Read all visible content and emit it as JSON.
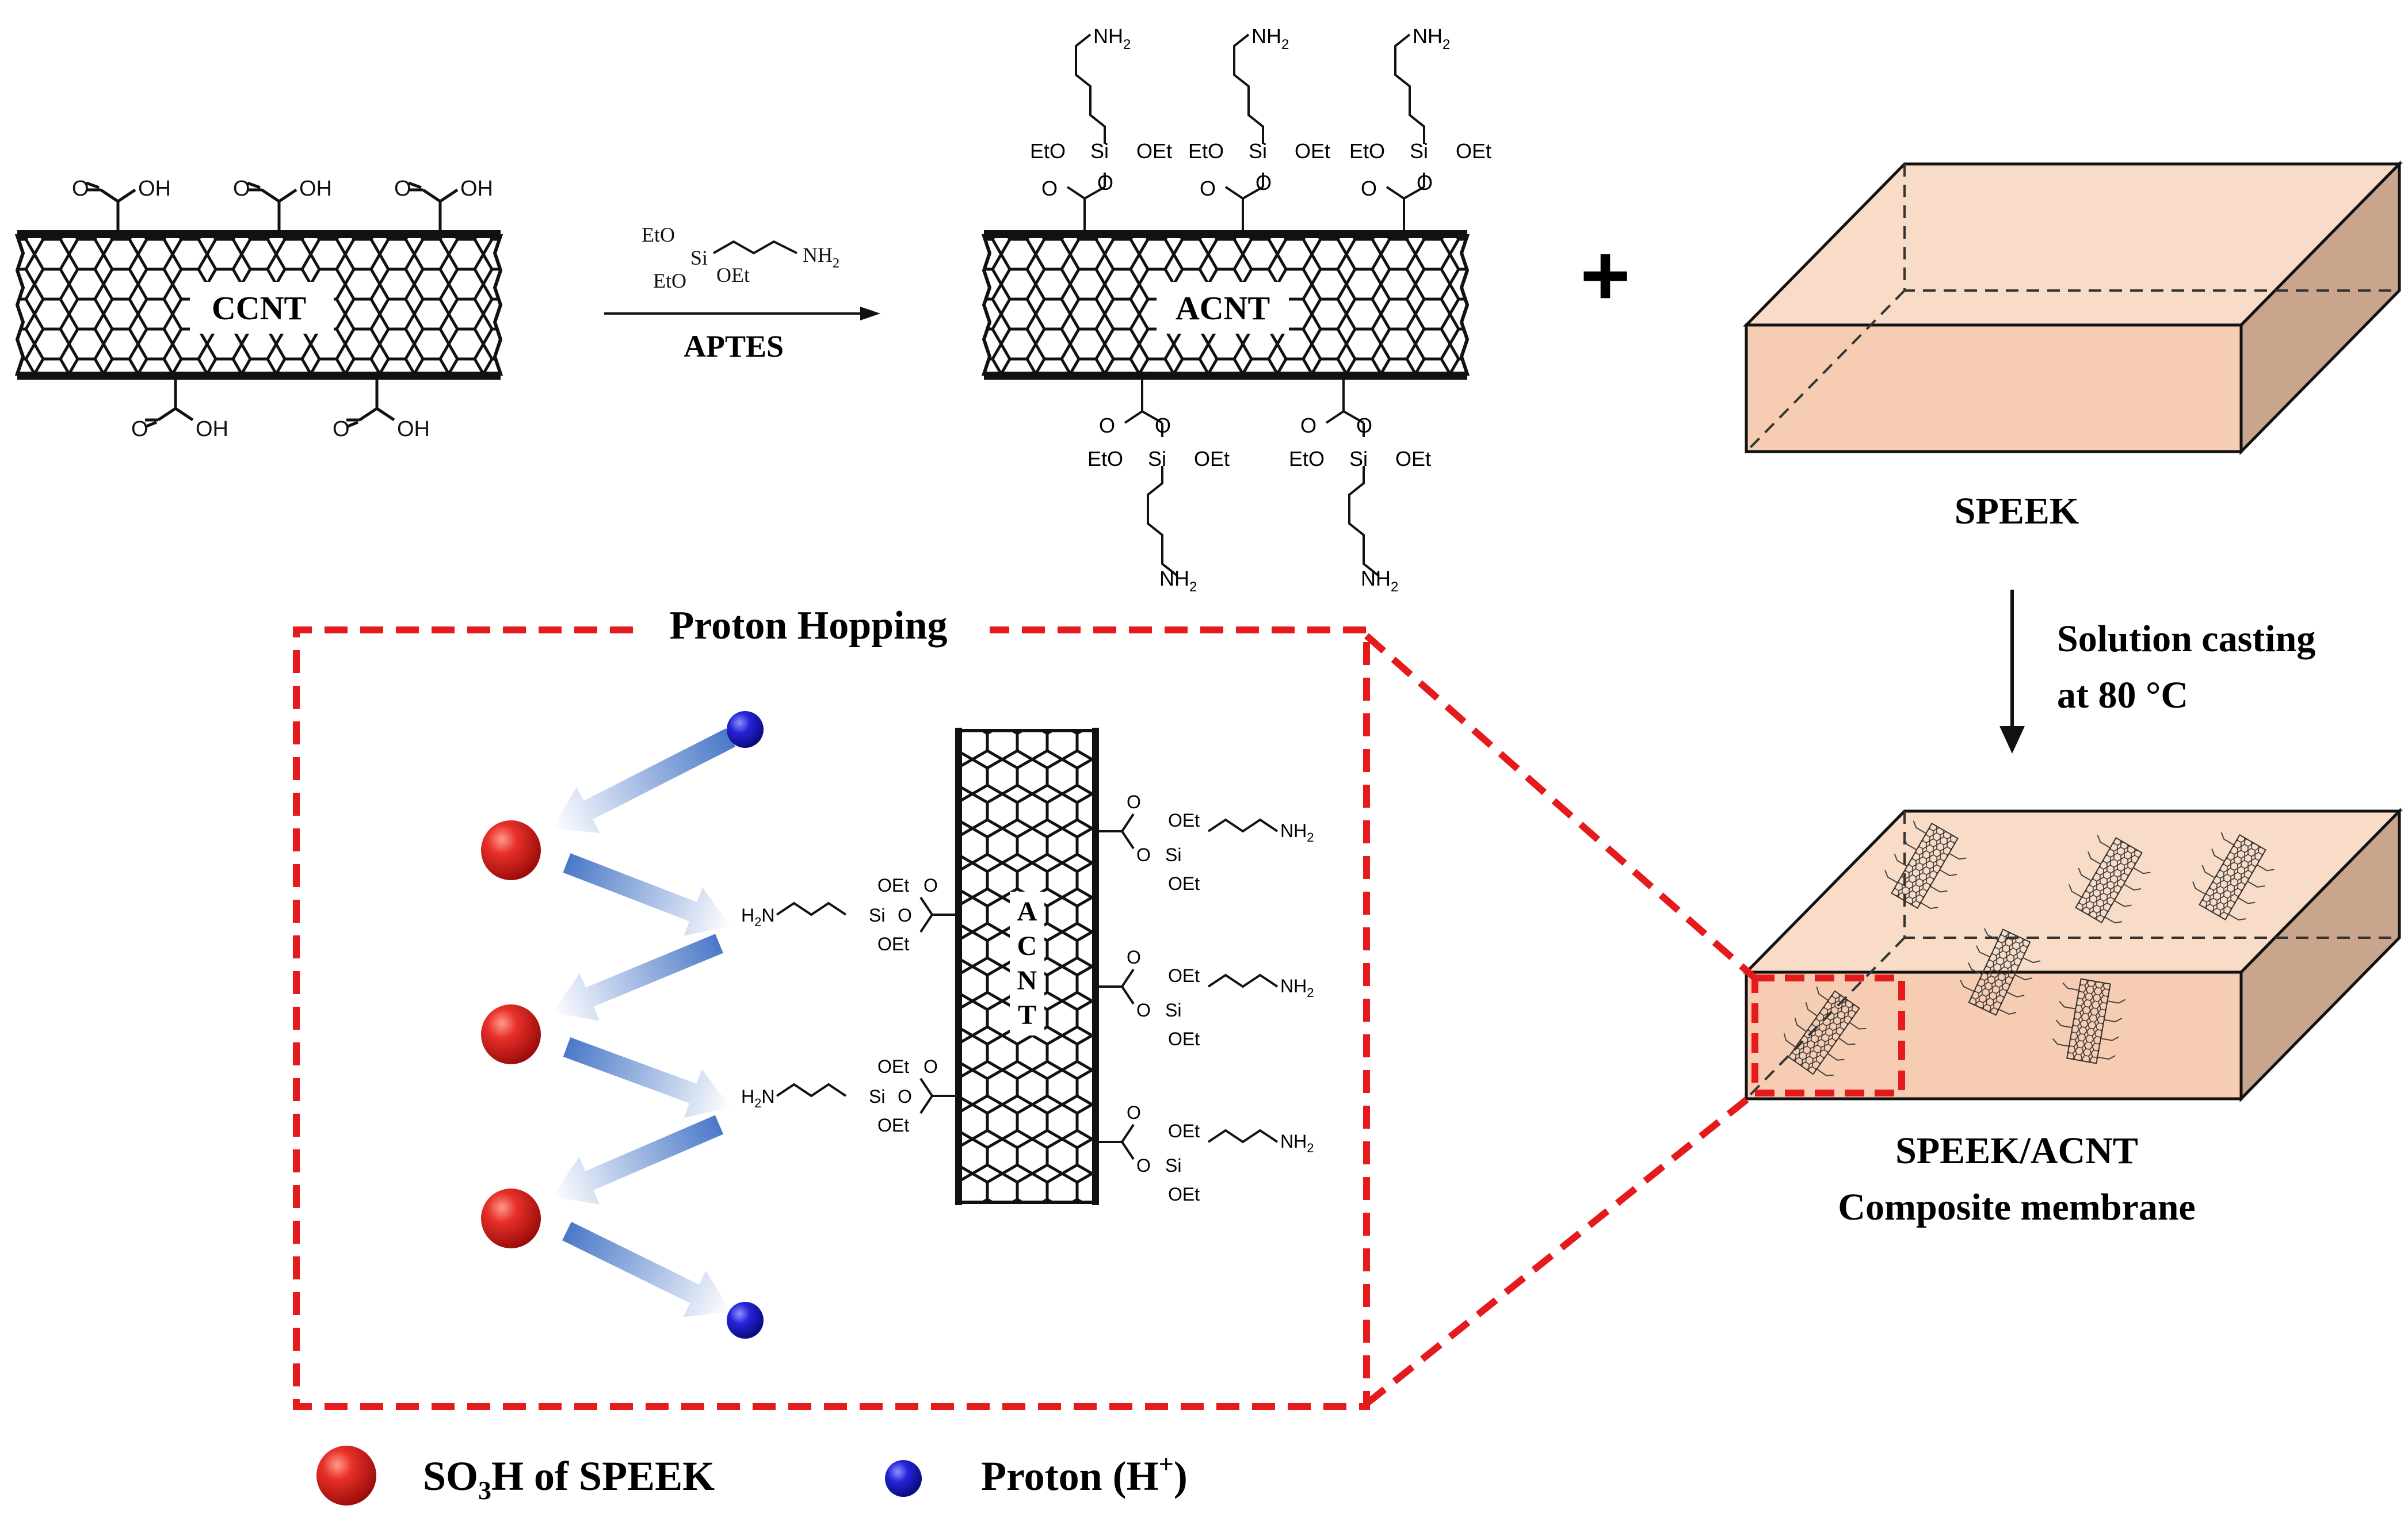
{
  "tubes": {
    "ccnt_label": "CCNT",
    "acnt_label": "ACNT",
    "acnt_vertical_letters": [
      "A",
      "C",
      "N",
      "T"
    ]
  },
  "ccnt": {
    "group_top_1": "O",
    "group_top_2": "OH",
    "group_bottom_1": "O",
    "group_bottom_2": "OH"
  },
  "reagent": {
    "eto_top": "EtO",
    "si": "Si",
    "eto_bottom": "EtO",
    "oet": "OEt",
    "nh2": "NH",
    "nh2_sub": "2",
    "name": "APTES"
  },
  "silane": {
    "eto": "EtO",
    "si": "Si",
    "oet": "OEt",
    "o": "O",
    "nh": "NH",
    "sub2": "2",
    "h2n": "H",
    "h2n_n": "N"
  },
  "plus_symbol": "+",
  "speek": {
    "label": "SPEEK",
    "fill": "#f6cdb3",
    "side_fill": "#c9a58e"
  },
  "process": {
    "line1": "Solution casting",
    "line2": "at 80 °C"
  },
  "composite": {
    "line1": "SPEEK/ACNT",
    "line2": "Composite membrane"
  },
  "inset": {
    "title": "Proton Hopping",
    "border_color": "#e41a1c"
  },
  "legend": {
    "so3h_prefix": "SO",
    "so3h_sub": "3",
    "so3h_suffix": "H of SPEEK",
    "proton_prefix": "Proton (H",
    "proton_sup": "+",
    "proton_suffix": ")"
  },
  "colors": {
    "sulfonic_sphere": "#d7191c",
    "proton_sphere": "#1f1fbf",
    "hop_arrow": "#4a78c8",
    "ink": "#111111"
  }
}
